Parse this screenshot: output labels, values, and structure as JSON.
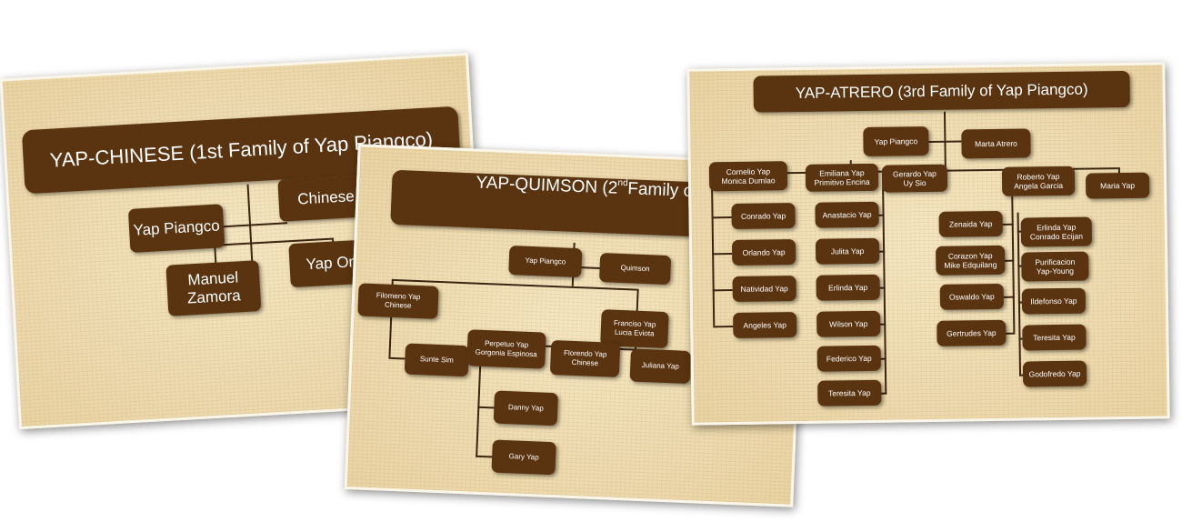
{
  "slides": {
    "first": {
      "title": "YAP-CHINESE (1st Family of Yap Piangco)",
      "parent1": "Yap Piangco",
      "parent2": "Chinese",
      "child1_line1": "Manuel",
      "child1_line2": "Zamora",
      "child2": "Yap Ong"
    },
    "second": {
      "title_prefix": "YAP-QUIMSON (2",
      "title_sup": "nd",
      "title_suffix": " Family of Yap",
      "parent1": "Yap Piangco",
      "parent2": "Quimson",
      "filomeno_l1": "Filomeno Yap",
      "filomeno_l2": "Chinese",
      "sunte": "Sunte Sim",
      "francisco_l1": "Franciso Yap",
      "francisco_l2": "Lucia Eviota",
      "perpetuo_l1": "Perpetuo Yap",
      "perpetuo_l2": "Gorgonia Espinosa",
      "florendo_l1": "Florendo Yap",
      "florendo_l2": "Chinese",
      "juliana": "Juliana Yap",
      "danny": "Danny Yap",
      "gary": "Gary Yap"
    },
    "third": {
      "title": "YAP-ATRERO (3rd Family of Yap Piangco)",
      "parent1": "Yap Piangco",
      "parent2": "Marta Atrero",
      "cornelio_l1": "Cornelio  Yap",
      "cornelio_l2": "Monica Dumlao",
      "emiliana_l1": "Emiliana Yap",
      "emiliana_l2": "Primitivo Encina",
      "gerardo_l1": "Gerardo Yap",
      "gerardo_l2": "Uy Sio",
      "roberto_l1": "Roberto Yap",
      "roberto_l2": "Angela Garcia",
      "maria": "Maria Yap",
      "col1": [
        "Conrado Yap",
        "Orlando Yap",
        "Natividad Yap",
        "Angeles Yap"
      ],
      "col2": [
        "Anastacio Yap",
        "Julita Yap",
        "Erlinda Yap",
        "Wilson Yap",
        "Federico Yap",
        "Teresita Yap"
      ],
      "col3": [
        "Zenaida Yap",
        "Oswaldo Yap",
        "Gertrudes Yap"
      ],
      "corazon_l1": "Corazon Yap",
      "corazon_l2": "Mike Edquilang",
      "erlinda_l1": "Erlinda Yap",
      "erlinda_l2": "Conrado Ecijan",
      "purificacion_l1": "Purificacion",
      "purificacion_l2": "Yap-Young",
      "col4": [
        "Ildefonso Yap",
        "Teresita Yap",
        "Godofredo Yap"
      ]
    }
  }
}
